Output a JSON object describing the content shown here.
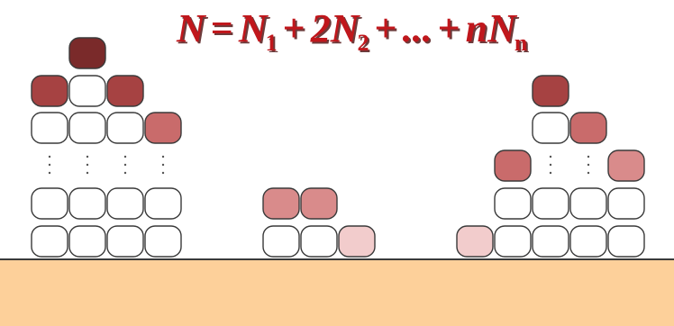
{
  "formula": {
    "parts": [
      "N",
      "=",
      "N",
      "1",
      "+",
      "2",
      "N",
      "2",
      "+",
      "...",
      "+",
      "n",
      "N",
      "n"
    ],
    "color": "#c0171c",
    "shadow": "#6d3b3b"
  },
  "colors": {
    "substrate": "#fdd09a",
    "substrate_edge": "#3a3a3a",
    "atom_empty": "#ffffff",
    "atom_outline": "#3a3a3a",
    "level_1": "#f2cccc",
    "level_2": "#d98b8b",
    "level_3": "#c96b6b",
    "level_4": "#a64242",
    "level_5": "#7a2a2a"
  },
  "stacks": [
    {
      "id": "stack-left",
      "layers": [
        [
          "empty",
          "empty",
          "empty",
          "empty"
        ],
        [
          "empty",
          "empty",
          "empty",
          "empty"
        ],
        [
          "gap",
          "gap",
          "gap",
          "gap"
        ],
        [
          "empty",
          "empty",
          "empty",
          "level_3"
        ],
        [
          "level_4",
          "empty",
          "level_4"
        ],
        [
          "level_5"
        ]
      ]
    },
    {
      "id": "stack-middle",
      "layers": [
        [
          "empty",
          "empty",
          "level_1"
        ],
        [
          "level_2",
          "level_2"
        ]
      ]
    },
    {
      "id": "stack-right",
      "layers": [
        [
          "level_1",
          "empty",
          "empty",
          "empty",
          "empty"
        ],
        [
          "empty",
          "empty",
          "empty",
          "empty"
        ],
        [
          "level_3",
          "gap",
          "gap",
          "level_2"
        ],
        [
          "empty",
          "level_3"
        ],
        [
          "level_4"
        ]
      ]
    }
  ]
}
